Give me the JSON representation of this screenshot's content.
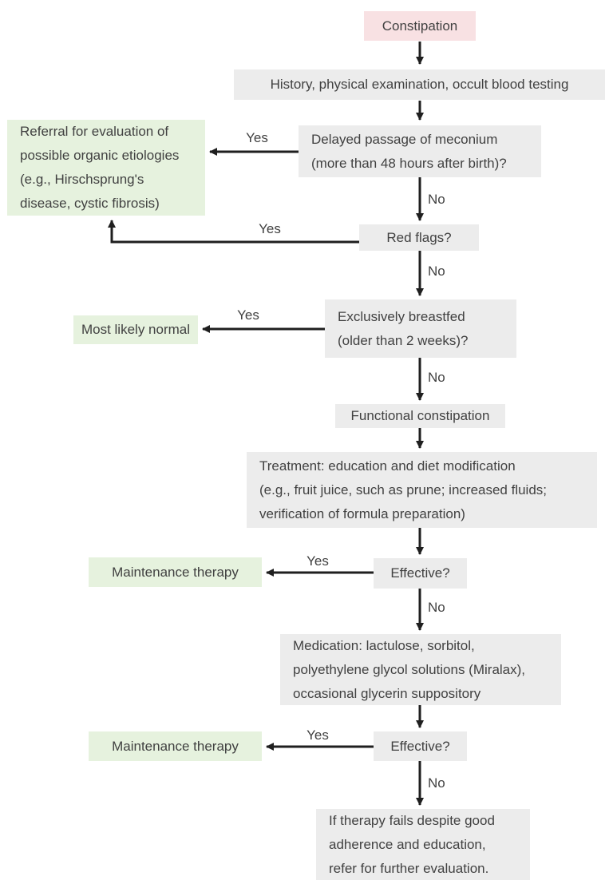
{
  "diagram_type": "flowchart",
  "colors": {
    "start_node_bg": "#f8e1e3",
    "process_node_bg": "#ececec",
    "outcome_node_bg": "#e6f2de",
    "text": "#414141",
    "arrow": "#1f1f1f"
  },
  "nodes": {
    "constipation": {
      "text": "Constipation"
    },
    "history": {
      "text": "History, physical examination, occult blood testing"
    },
    "meconium": {
      "text": "Delayed passage of meconium\n(more than 48 hours after birth)?"
    },
    "referral": {
      "text": "Referral for evaluation of\npossible organic etiologies\n(e.g., Hirschsprung's\ndisease, cystic fibrosis)"
    },
    "red_flags": {
      "text": "Red flags?"
    },
    "breastfed": {
      "text": "Exclusively breastfed\n(older than 2 weeks)?"
    },
    "most_likely_normal": {
      "text": "Most likely normal"
    },
    "functional": {
      "text": "Functional constipation"
    },
    "treatment": {
      "text": "Treatment: education and diet modification\n(e.g., fruit juice, such as prune; increased fluids;\nverification of formula preparation)"
    },
    "effective_1": {
      "text": "Effective?"
    },
    "maintenance_1": {
      "text": "Maintenance therapy"
    },
    "medication": {
      "text": "Medication: lactulose, sorbitol,\npolyethylene glycol solutions (Miralax),\noccasional glycerin suppository"
    },
    "effective_2": {
      "text": "Effective?"
    },
    "maintenance_2": {
      "text": "Maintenance therapy"
    },
    "refer_further": {
      "text": "If therapy fails despite good\nadherence and education,\nrefer for further evaluation."
    }
  },
  "edges": [
    {
      "from": "constipation",
      "to": "history",
      "label": ""
    },
    {
      "from": "history",
      "to": "meconium",
      "label": ""
    },
    {
      "from": "meconium",
      "to": "referral",
      "label": "Yes"
    },
    {
      "from": "meconium",
      "to": "red_flags",
      "label": "No"
    },
    {
      "from": "red_flags",
      "to": "referral",
      "label": "Yes"
    },
    {
      "from": "red_flags",
      "to": "breastfed",
      "label": "No"
    },
    {
      "from": "breastfed",
      "to": "most_likely_normal",
      "label": "Yes"
    },
    {
      "from": "breastfed",
      "to": "functional",
      "label": "No"
    },
    {
      "from": "functional",
      "to": "treatment",
      "label": ""
    },
    {
      "from": "treatment",
      "to": "effective_1",
      "label": ""
    },
    {
      "from": "effective_1",
      "to": "maintenance_1",
      "label": "Yes"
    },
    {
      "from": "effective_1",
      "to": "medication",
      "label": "No"
    },
    {
      "from": "medication",
      "to": "effective_2",
      "label": ""
    },
    {
      "from": "effective_2",
      "to": "maintenance_2",
      "label": "Yes"
    },
    {
      "from": "effective_2",
      "to": "refer_further",
      "label": "No"
    }
  ]
}
